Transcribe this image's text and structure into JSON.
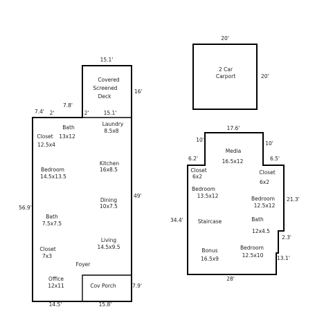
{
  "main_floor": {
    "deck": {
      "line1": "Covered",
      "line2": "Screened",
      "line3": "Deck"
    },
    "bath_top": {
      "name": "Bath",
      "size": "13x12"
    },
    "laundry": {
      "name": "Laundry",
      "size": "8.5x8"
    },
    "closet_left": {
      "name": "Closet",
      "size": "12.5x4"
    },
    "kitchen": {
      "name": "Kitchen",
      "size": "16x8.5"
    },
    "bedroom": {
      "name": "Bedroom",
      "size": "14.5x13.5"
    },
    "dining": {
      "name": "Dining",
      "size": "10x7.5"
    },
    "bath_mid": {
      "name": "Bath",
      "size": "7.5x7.5"
    },
    "living": {
      "name": "Living",
      "size": "14.5x9.5"
    },
    "closet_low": {
      "name": "Closet",
      "size": "7x3"
    },
    "foyer": {
      "name": "Foyer"
    },
    "office": {
      "name": "Office",
      "size": "12x11"
    },
    "porch": {
      "name": "Cov Porch"
    },
    "dims": {
      "deck_top": "15.1'",
      "deck_side": "16'",
      "deck_bottom": "15.1'",
      "step_a": "7.4'",
      "step_b": "2'",
      "step_c": "7.8'",
      "step_d": "2'",
      "left": "56.9'",
      "right": "49'",
      "porch_side": "7.9'",
      "bottom_left": "14.5'",
      "bottom_right": "15.8'"
    }
  },
  "carport": {
    "line1": "2 Car",
    "line2": "Carport",
    "dim_top": "20'",
    "dim_right": "20'"
  },
  "upper_floor": {
    "media": {
      "name": "Media",
      "size": "16.5x12"
    },
    "closet_left": {
      "name": "Closet",
      "size": "6x2"
    },
    "closet_right": {
      "name": "Closet",
      "size": "6x2"
    },
    "bedroom_left": {
      "name": "Bedroom",
      "size": "13.5x12"
    },
    "bedroom_right": {
      "name": "Bedroom",
      "size": "12.5x12"
    },
    "staircase": {
      "name": "Staircase"
    },
    "bath": {
      "name": "Bath",
      "size": "12x4.5"
    },
    "bonus": {
      "name": "Bonus",
      "size": "16.5x9"
    },
    "bedroom_low": {
      "name": "Bedroom",
      "size": "12.5x10"
    },
    "dims": {
      "top": "17.6'",
      "left_step": "10'",
      "right_step": "10'",
      "left_notch": "6.2'",
      "right_notch": "6.5'",
      "left": "34.4'",
      "right": "21.3'",
      "notch_small": "2.3'",
      "notch_side": "13.1'",
      "bottom": "28'"
    }
  }
}
